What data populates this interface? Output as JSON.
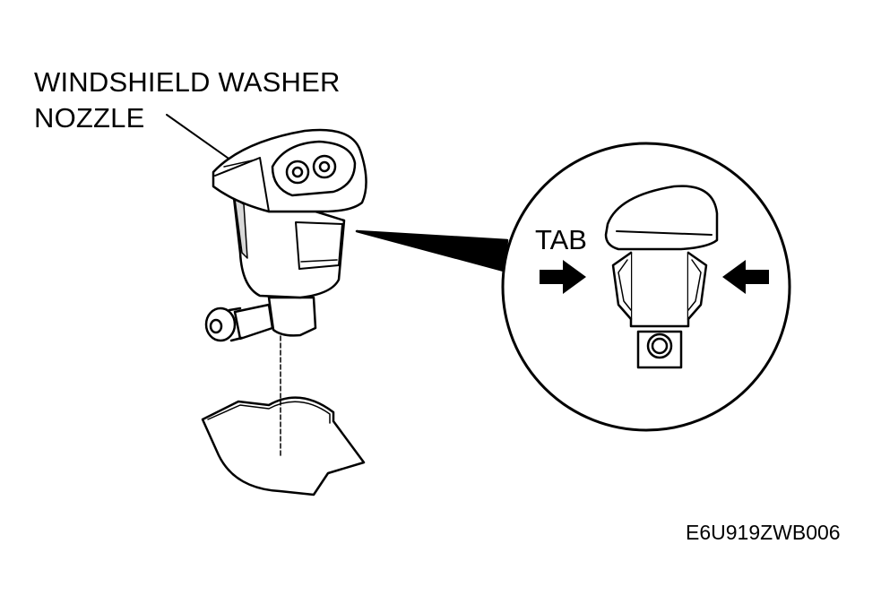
{
  "labels": {
    "nozzle_line1": "WINDSHIELD WASHER",
    "nozzle_line2": "NOZZLE",
    "tab": "TAB",
    "figure_code": "E6U919ZWB006"
  },
  "colors": {
    "ink": "#000000",
    "paper": "#ffffff",
    "shade": "#d9d9d9"
  }
}
